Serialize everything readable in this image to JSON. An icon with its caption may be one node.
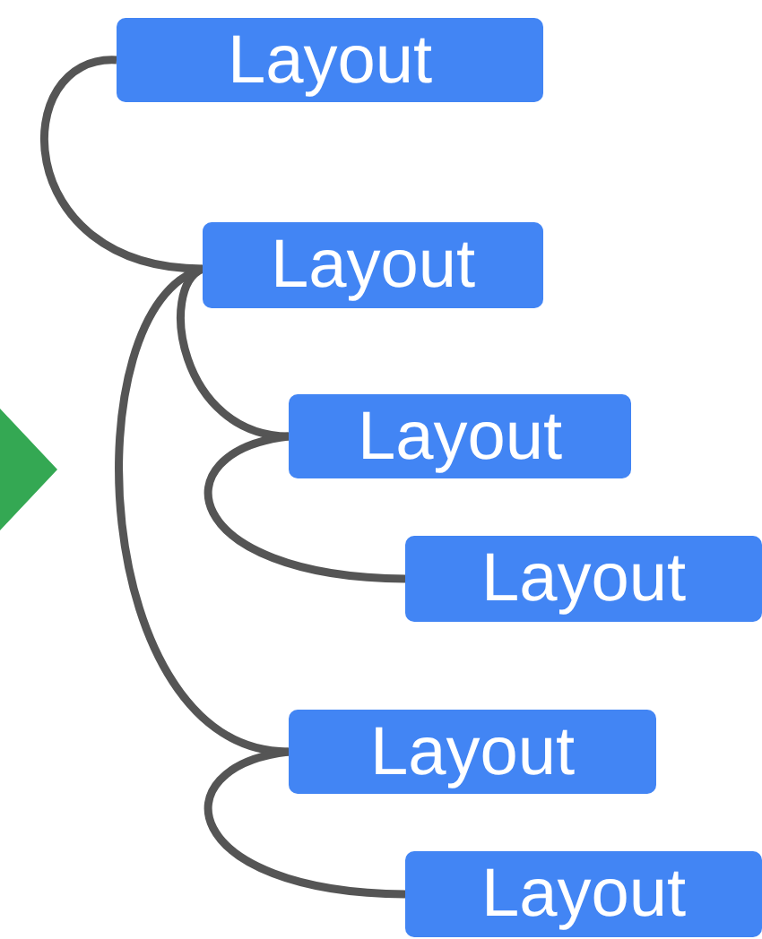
{
  "diagram": {
    "nodes": [
      {
        "text": [
          "Layout"
        ]
      },
      {
        "text": [
          "Layout"
        ]
      },
      {
        "text": [
          "Layout"
        ]
      },
      {
        "text": [
          "Layout"
        ]
      },
      {
        "text": [
          "Layout"
        ]
      },
      {
        "text": [
          "Layout"
        ]
      }
    ],
    "edges": [
      {
        "from": 0,
        "to": 1,
        "arrow": "none"
      },
      {
        "from": 1,
        "to": 2,
        "arrow": "none"
      },
      {
        "from": 1,
        "to": 4,
        "arrow": "none"
      },
      {
        "from": 2,
        "to": 3,
        "arrow": "none"
      },
      {
        "from": 4,
        "to": 5,
        "arrow": "none"
      }
    ]
  }
}
